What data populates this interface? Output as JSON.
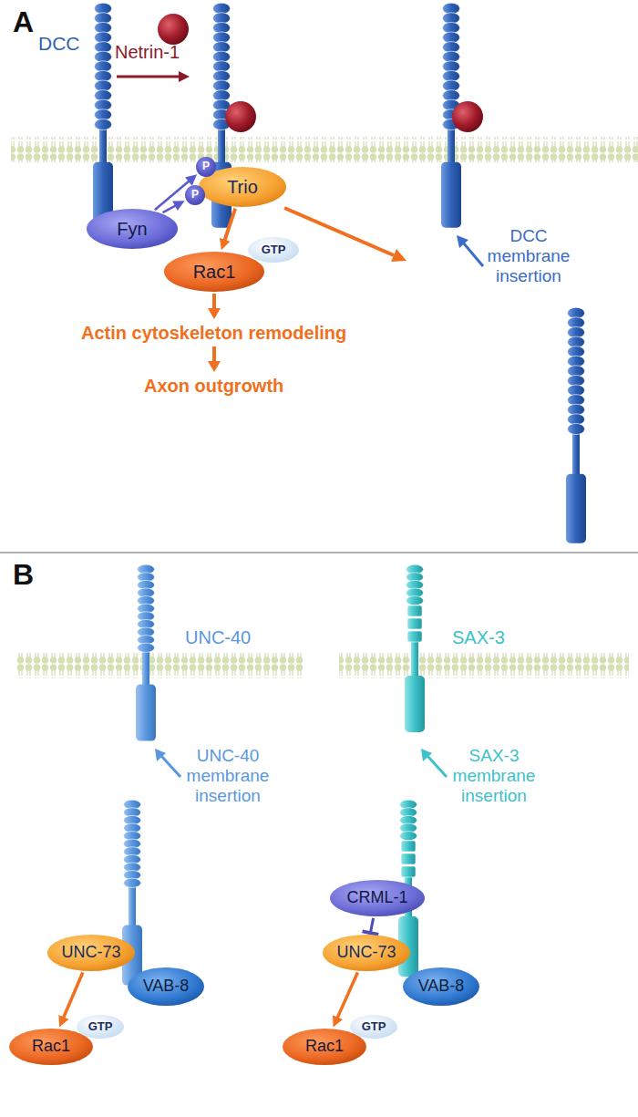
{
  "diagram": {
    "nodes": [
      {
        "text": [
          "P"
        ]
      },
      {
        "text": [
          "Trio"
        ]
      },
      {
        "text": [
          "P"
        ]
      },
      {
        "text": [
          "Fyn"
        ]
      },
      {
        "text": [
          "GTP"
        ]
      },
      {
        "text": [
          "Rac1"
        ]
      },
      {
        "text": [
          "UNC-73"
        ]
      },
      {
        "text": [
          "VAB-8"
        ]
      },
      {
        "text": [
          "GTP"
        ]
      },
      {
        "text": [
          "Rac1"
        ]
      },
      {
        "text": [
          "CRML-1"
        ]
      },
      {
        "text": [
          "UNC-73"
        ]
      },
      {
        "text": [
          "VAB-8"
        ]
      },
      {
        "text": [
          "GTP"
        ]
      },
      {
        "text": [
          "Rac1"
        ]
      }
    ],
    "edges": [
      {
        "from": 3,
        "to": 0,
        "arrow": "to"
      },
      {
        "from": 3,
        "to": 2,
        "arrow": "to"
      },
      {
        "from": 1,
        "to": 5,
        "arrow": "to"
      },
      {
        "from": 6,
        "to": 9,
        "arrow": "to"
      },
      {
        "from": 10,
        "to": 11,
        "arrow": "to"
      },
      {
        "from": 11,
        "to": 14,
        "arrow": "to"
      }
    ],
    "labels": [
      "A",
      "DCC",
      "Netrin-1",
      "Actin cytoskeleton remodeling",
      "Axon outgrowth",
      "DCC membrane insertion",
      "B",
      "UNC-40",
      "SAX-3",
      "UNC-40 membrane insertion",
      "SAX-3 membrane insertion"
    ]
  }
}
